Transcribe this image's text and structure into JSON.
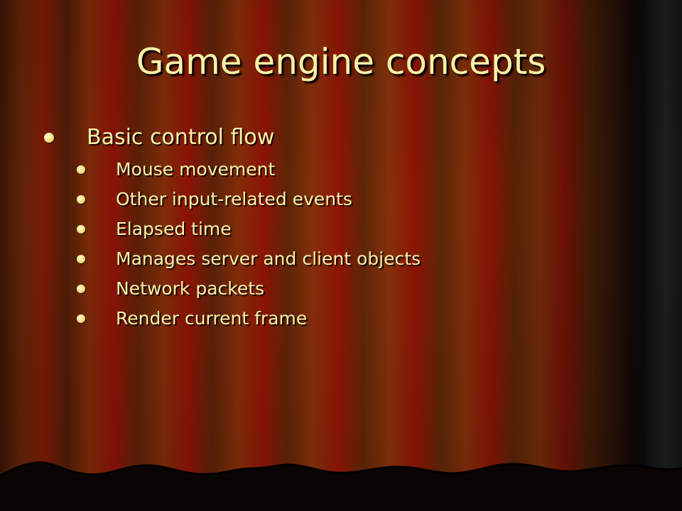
{
  "slide": {
    "title": "Game engine concepts",
    "bullets": [
      {
        "label": "Basic control flow",
        "sub_bullets": [
          "Mouse movement",
          "Other input-related events",
          "Elapsed time",
          "Manages server and client objects",
          "Network packets",
          "Render current frame"
        ]
      }
    ]
  },
  "colors": {
    "text": "#fbf0a6",
    "curtain_red": "#8d1404",
    "curtain_brown": "#5e2407",
    "stage_black": "#0b0b0b"
  }
}
